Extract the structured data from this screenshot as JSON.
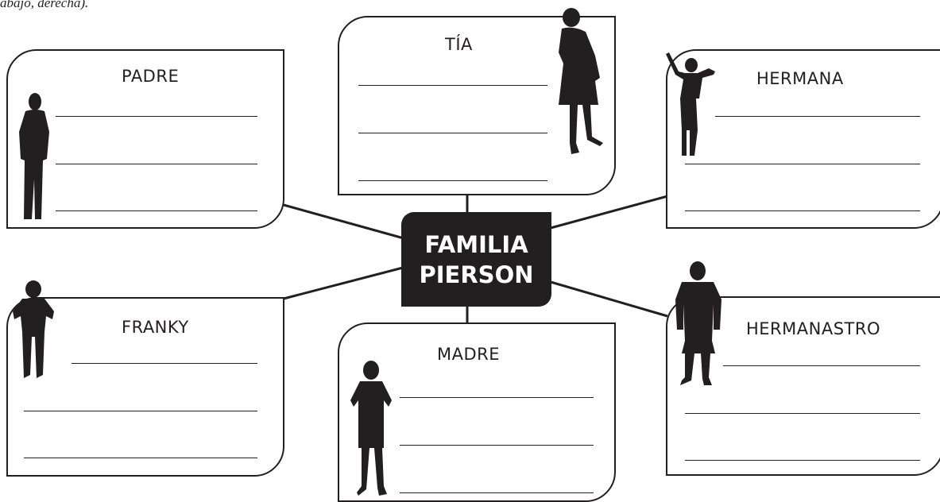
{
  "header_text": "abajo, derecha).",
  "center": {
    "line1": "FAMILIA",
    "line2": "PIERSON"
  },
  "boxes": {
    "padre": {
      "label": "PADRE"
    },
    "tia": {
      "label": "TÍA"
    },
    "hermana": {
      "label": "HERMANA"
    },
    "franky": {
      "label": "FRANKY"
    },
    "madre": {
      "label": "MADRE"
    },
    "hermanastro": {
      "label": "HERMANASTRO"
    }
  },
  "colors": {
    "ink": "#231f20",
    "paper": "#ffffff"
  },
  "icons": [
    "father-silhouette-icon",
    "aunt-silhouette-icon",
    "sister-silhouette-icon",
    "franky-silhouette-icon",
    "mother-silhouette-icon",
    "stepbrother-silhouette-icon"
  ]
}
